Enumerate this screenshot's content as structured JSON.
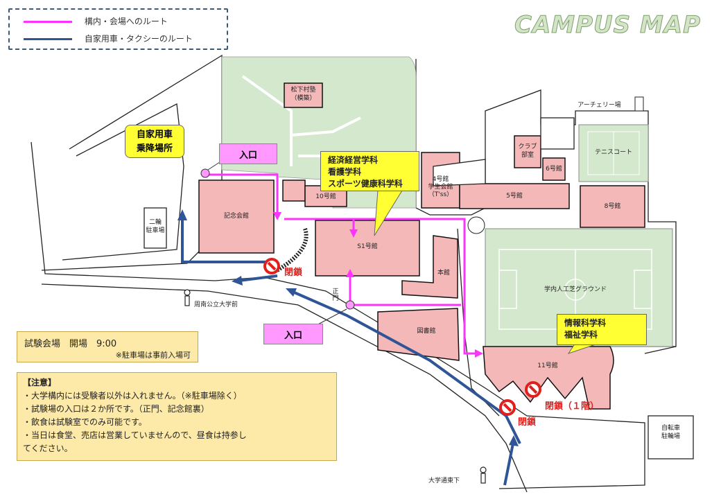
{
  "legend": {
    "pink_route": "構内・会場へのルート",
    "blue_route": "自家用車・タクシーのルート",
    "pink_color": "#ff33ff",
    "blue_color": "#2f5597"
  },
  "title": "CAMPUS MAP",
  "buildings": {
    "shoka": "松下村塾\n（模築）",
    "kinen": "記念会館",
    "b10": "10号館",
    "s1": "S1号館",
    "b4": "4号館\n学生会館\n（T'ss）",
    "club": "クラブ\n部室",
    "b6": "6号館",
    "b5": "5号館",
    "b8": "8号館",
    "honkan": "本館",
    "library": "図書館",
    "b11": "11号館",
    "ground": "学内人工芝グラウンド",
    "tennis": "テニスコート",
    "archery": "アーチェリー場",
    "bike_left": "二輪\n駐車場",
    "bike_right": "自転車\n駐輪場"
  },
  "labels": {
    "car_dropoff": "自家用車\n乗降場所",
    "entrance_top": "入口",
    "entrance_bottom": "入口",
    "seimon": "正門",
    "bus_stop_left": "周南公立大学前",
    "bus_stop_bottom": "大学通東下",
    "closed1": "閉鎖",
    "closed2": "閉鎖（１階）",
    "closed3": "閉鎖"
  },
  "callouts": {
    "faculty1": [
      "経済経営学科",
      "看護学科",
      "スポーツ健康科学科"
    ],
    "faculty2": [
      "情報科学科",
      "福祉学科"
    ]
  },
  "exam_info": {
    "line1": "試験会場　開場　9:00",
    "line2": "※駐車場は事前入場可"
  },
  "notice": {
    "heading": "【注意】",
    "items": [
      "・大学構内には受験者以外は入れません。（※駐車場除く）",
      "・試験場の入口は２か所です。（正門、記念館裏）",
      "・飲食は試験室でのみ可能です。",
      "・当日は食堂、売店は営業していませんので、昼食は持参し",
      "てください。"
    ]
  }
}
